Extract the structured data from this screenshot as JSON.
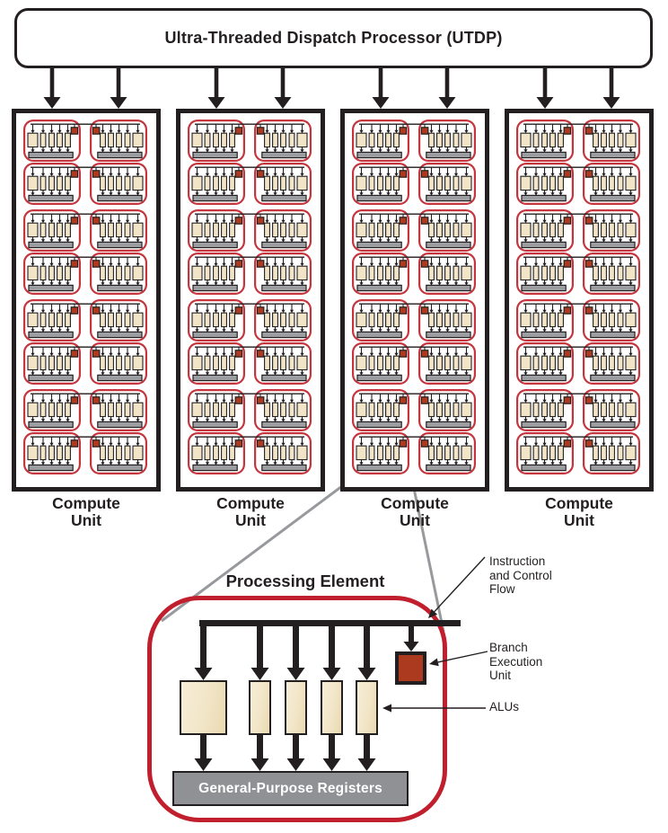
{
  "utdp": {
    "title": "Ultra-Threaded Dispatch Processor (UTDP)"
  },
  "compute_units": {
    "count": 4,
    "label_lines": [
      "Compute",
      "Unit"
    ],
    "pe_rows": 8,
    "pe_columns": 2
  },
  "processing_element": {
    "title": "Processing Element",
    "alu_count": 5,
    "registers_label": "General-Purpose Registers"
  },
  "annotations": {
    "instruction_flow_lines": [
      "Instruction",
      "and Control",
      "Flow"
    ],
    "branch_execution_lines": [
      "Branch",
      "Execution",
      "Unit"
    ],
    "alus_label": "ALUs"
  },
  "colors": {
    "outline_black": "#231F20",
    "pe_red": "#C4353D",
    "detail_red": "#C11F2D",
    "branch_fill": "#AC3A1E",
    "alu_fill": "#F2E5C7",
    "register_gray": "#8F9194",
    "mini_register_gray": "#9B9DA0",
    "zoom_line_gray": "#97999C"
  }
}
